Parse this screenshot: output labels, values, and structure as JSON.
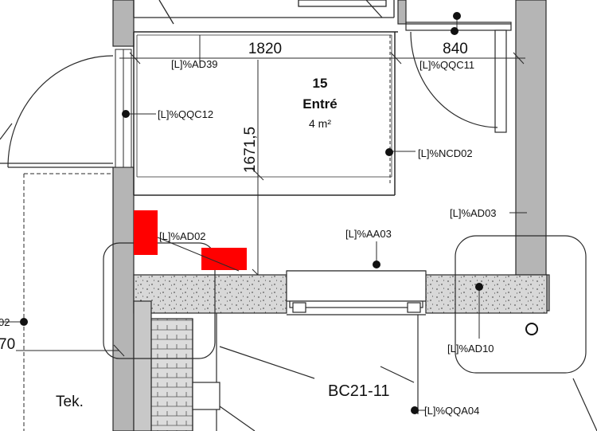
{
  "room": {
    "number": "15",
    "name": "Entré",
    "area": "4 m²"
  },
  "dimensions": {
    "top_width": "1820",
    "right_width": "840",
    "room_depth": "1671,5",
    "left_edge_partial": "70"
  },
  "tags": {
    "ad39": "[L]%AD39",
    "qqc11": "[L]%QQC11",
    "qqc12": "[L]%QQC12",
    "ncd02": "[L]%NCD02",
    "ad03": "[L]%AD03",
    "ad02": "[L]%AD02",
    "aa03": "[L]%AA03",
    "ad10": "[L]%AD10",
    "qqa04": "[L]%QQA04",
    "left_partial": "02"
  },
  "labels": {
    "tek": "Tek.",
    "bc": "BC21-11"
  },
  "colors": {
    "wall_gray": "#b5b5b5",
    "line": "#2a2a2a",
    "highlight_red": "#ff0000",
    "hatch_bg": "#d6d6d6"
  }
}
